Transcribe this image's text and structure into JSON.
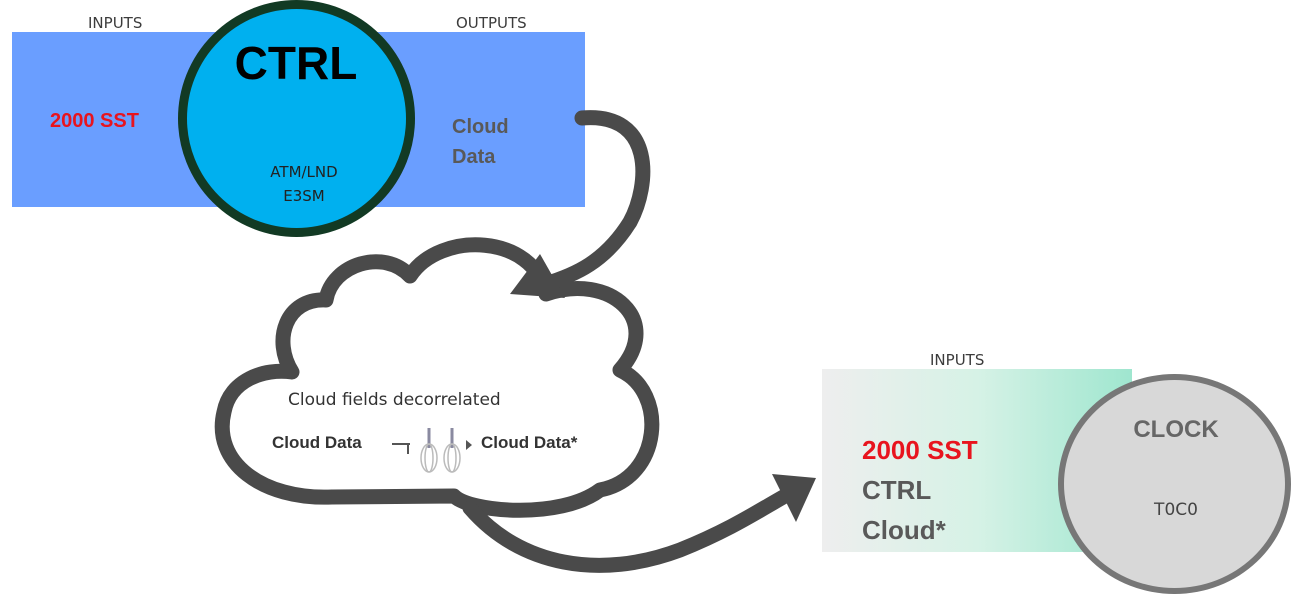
{
  "top_panel": {
    "inputs_label": "INPUTS",
    "outputs_label": "OUTPUTS",
    "input_value": "2000 SST",
    "output_line1": "Cloud",
    "output_line2": "Data",
    "model_title": "CTRL",
    "model_line1": "ATM/LND",
    "model_line2": "E3SM"
  },
  "cloud": {
    "caption": "Cloud fields decorrelated",
    "from_label": "Cloud Data",
    "to_label": "Cloud Data*",
    "icon": "whisk-icon"
  },
  "bottom_panel": {
    "inputs_label": "INPUTS",
    "input_line1": "2000 SST",
    "input_line2": "CTRL",
    "input_line3": "Cloud*",
    "model_title": "CLOCK",
    "model_subtitle": "T0C0"
  },
  "colors": {
    "top_box": "#6a9eff",
    "ctrl_circle": "#00b0ef",
    "ctrl_border": "#123a24",
    "highlight_red": "#e8141e",
    "text_gray": "#595959",
    "arrow": "#4a4a4a",
    "clock_circle": "#d8d8d8"
  }
}
